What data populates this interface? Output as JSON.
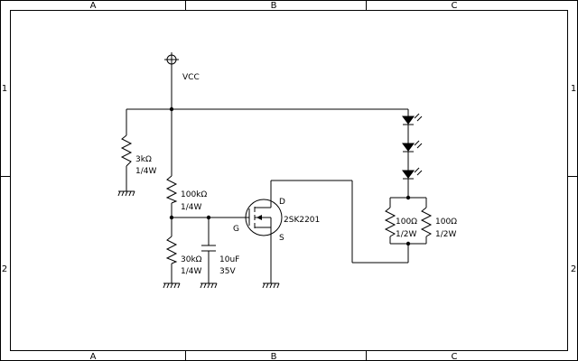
{
  "frame": {
    "cols": [
      "A",
      "B",
      "C"
    ],
    "rows": [
      "1",
      "2"
    ]
  },
  "labels": {
    "vcc": "VCC",
    "r1_value": "3kΩ",
    "r1_power": "1/4W",
    "r2_value": "100kΩ",
    "r2_power": "1/4W",
    "r3_value": "30kΩ",
    "r3_power": "1/4W",
    "c1_value": "10uF",
    "c1_voltage": "35V",
    "q1_part": "2SK2201",
    "q1_gate": "G",
    "q1_drain": "D",
    "q1_source": "S",
    "r4_value": "100Ω",
    "r4_power": "1/2W",
    "r5_value": "100Ω",
    "r5_power": "1/2W"
  }
}
